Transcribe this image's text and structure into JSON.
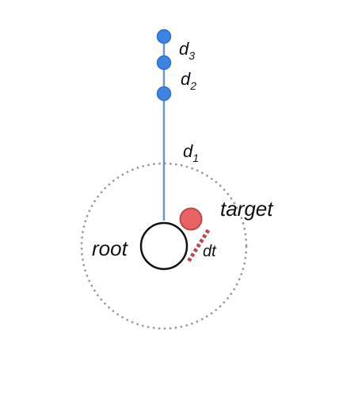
{
  "labels": {
    "root": "root",
    "target": "target",
    "dt": "dt",
    "d1": {
      "base": "d",
      "sub": "1"
    },
    "d2": {
      "base": "d",
      "sub": "2"
    },
    "d3": {
      "base": "d",
      "sub": "3"
    }
  },
  "colors": {
    "chain_line": "#6f95bd",
    "joint_fill": "#3f83e2",
    "joint_stroke": "#2f6fcf",
    "target_fill": "#e86464",
    "target_stroke": "#c24545",
    "dt_line": "#b34b4b",
    "reach_circle": "#999999",
    "root_stroke": "#111111"
  }
}
